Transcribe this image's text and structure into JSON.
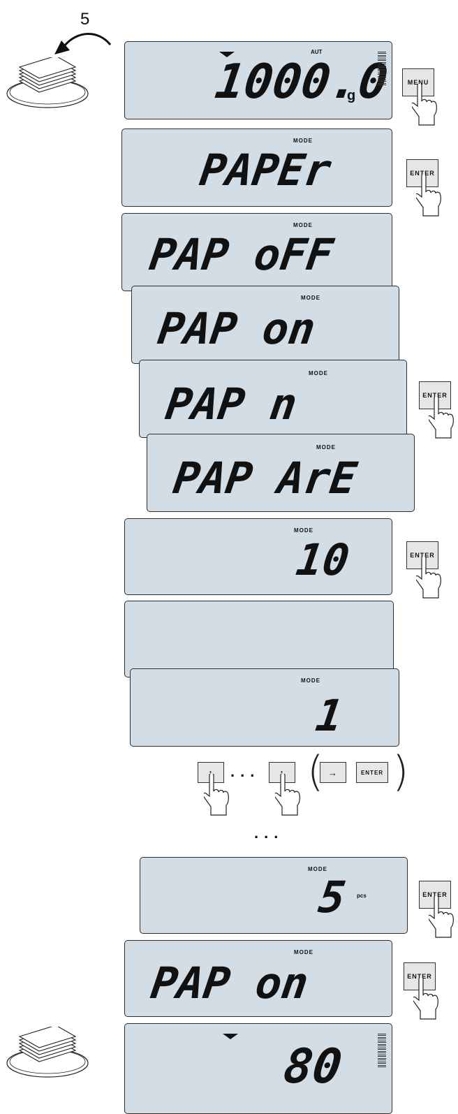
{
  "step_number": "5",
  "displays": [
    {
      "main": "1000.0",
      "unit": "g",
      "indicator": "AUT"
    },
    {
      "mode": "MODE",
      "main": "PAPEr"
    },
    {
      "mode": "MODE",
      "main": "PAP oFF"
    },
    {
      "mode": "MODE",
      "main": "PAP on"
    },
    {
      "mode": "MODE",
      "main": "PAP n"
    },
    {
      "mode": "MODE",
      "main": "PAP ArE"
    },
    {
      "mode": "MODE",
      "main": "10"
    },
    {
      "main": "_"
    },
    {
      "mode": "MODE",
      "main": "1"
    },
    {
      "mode": "MODE",
      "main": "5",
      "unit": "pcs"
    },
    {
      "mode": "MODE",
      "main": "PAP on"
    },
    {
      "main": "80"
    }
  ],
  "keys": {
    "menu": "MENU",
    "enter": "ENTER",
    "up": "↑",
    "right": "→"
  },
  "ellipsis": "...",
  "colors": {
    "lcd_background": "#d3dde6",
    "segment": "#111111"
  }
}
